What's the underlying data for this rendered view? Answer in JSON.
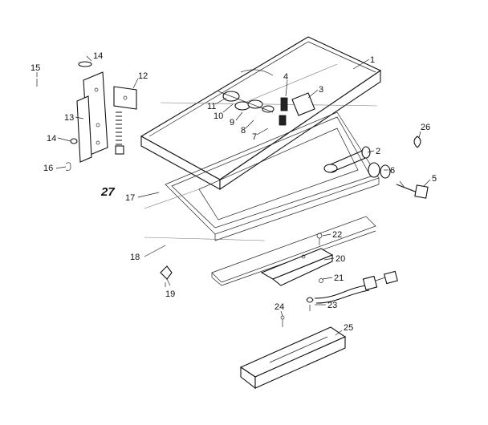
{
  "diagram": {
    "callouts": [
      {
        "id": "c1",
        "text": "1"
      },
      {
        "id": "c2",
        "text": "2"
      },
      {
        "id": "c3",
        "text": "3"
      },
      {
        "id": "c4",
        "text": "4"
      },
      {
        "id": "c5",
        "text": "5"
      },
      {
        "id": "c6",
        "text": "6"
      },
      {
        "id": "c7",
        "text": "7"
      },
      {
        "id": "c8",
        "text": "8"
      },
      {
        "id": "c9",
        "text": "9"
      },
      {
        "id": "c10",
        "text": "10"
      },
      {
        "id": "c11",
        "text": "11"
      },
      {
        "id": "c12",
        "text": "12"
      },
      {
        "id": "c13",
        "text": "13"
      },
      {
        "id": "c14a",
        "text": "14"
      },
      {
        "id": "c14b",
        "text": "14"
      },
      {
        "id": "c15",
        "text": "15"
      },
      {
        "id": "c16",
        "text": "16"
      },
      {
        "id": "c17",
        "text": "17"
      },
      {
        "id": "c18",
        "text": "18"
      },
      {
        "id": "c19",
        "text": "19"
      },
      {
        "id": "c20",
        "text": "20"
      },
      {
        "id": "c21",
        "text": "21"
      },
      {
        "id": "c22",
        "text": "22"
      },
      {
        "id": "c23",
        "text": "23"
      },
      {
        "id": "c24",
        "text": "24"
      },
      {
        "id": "c25",
        "text": "25"
      },
      {
        "id": "c26",
        "text": "26"
      },
      {
        "id": "c27",
        "text": "27"
      }
    ]
  }
}
